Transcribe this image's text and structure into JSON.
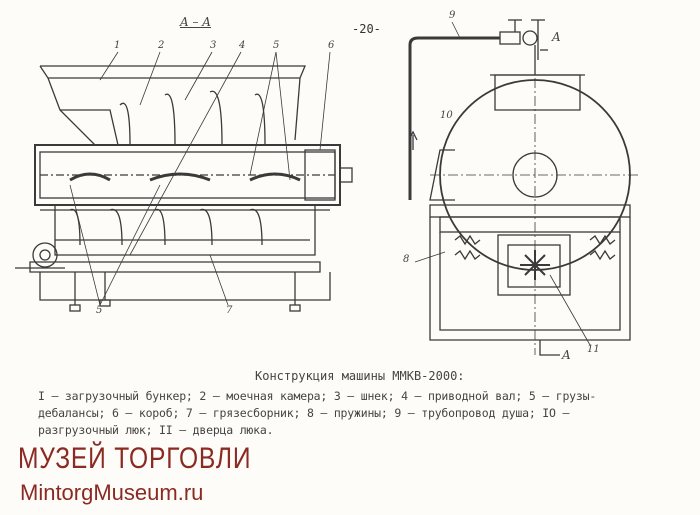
{
  "section_label": "A – A",
  "page_number": "-20-",
  "callouts": {
    "c1": "1",
    "c2": "2",
    "c3": "3",
    "c4": "4",
    "c5": "5",
    "c6": "6",
    "c5b": "5",
    "c7": "7",
    "c8": "8",
    "c9": "9",
    "c10": "10",
    "c11": "11",
    "a_top": "A",
    "a_bottom": "A"
  },
  "caption": {
    "title": "Конструкция машины ММКВ-2000:",
    "legend": "I – загрузочный бункер; 2 – моечная камера; 3 – шнек; 4 – приводной вал; 5 – грузы-дебалансы; 6 – короб; 7 – грязесборник; 8 – пружины; 9 – трубопровод душа; IO – разгрузочный люк; II – дверца люка."
  },
  "watermark": {
    "line1": "МУЗЕЙ ТОРГОВЛИ",
    "line2": "MintorgMuseum.ru",
    "color": "#8b2a22"
  }
}
